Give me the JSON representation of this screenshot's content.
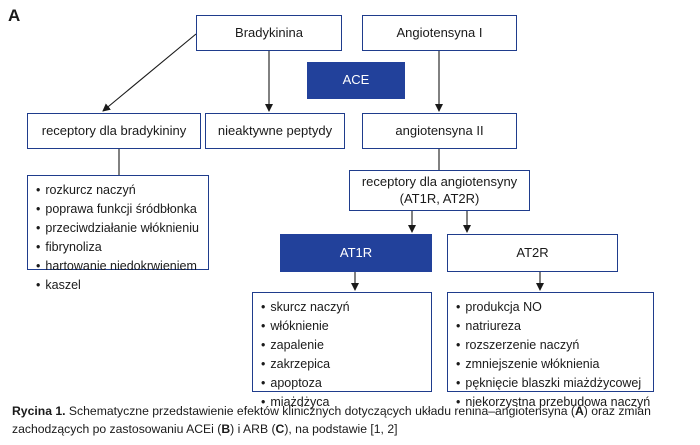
{
  "panel_label": "A",
  "nodes": {
    "bradykinina": "Bradykinina",
    "angiotensyna_i": "Angiotensyna I",
    "ace": "ACE",
    "receptory_bradykininy": "receptory dla bradykininy",
    "nieaktywne_peptydy": "nieaktywne peptydy",
    "angiotensyna_ii": "angiotensyna II",
    "receptory_angiotensyny_line1": "receptory dla angiotensyny",
    "receptory_angiotensyny_line2": "(AT1R, AT2R)",
    "at1r": "AT1R",
    "at2r": "AT2R"
  },
  "lists": {
    "bradykinin_effects": [
      "rozkurcz naczyń",
      "poprawa funkcji śródbłonka",
      "przeciwdziałanie włóknieniu",
      "fibrynoliza",
      "hartowanie niedokrwieniem",
      "kaszel"
    ],
    "at1r_effects": [
      "skurcz naczyń",
      "włóknienie",
      "zapalenie",
      "zakrzepica",
      "apoptoza",
      "miażdżyca"
    ],
    "at2r_effects": [
      "produkcja NO",
      "natriureza",
      "rozszerzenie naczyń",
      "zmniejszenie włóknienia",
      "pęknięcie blaszki miażdżycowej",
      "niekorzystna przebudowa naczyń"
    ]
  },
  "caption": {
    "label": "Rycina 1.",
    "p1": " Schematyczne przedstawienie efektów klinicznych dotyczących układu renina–angiotensyna (",
    "a": "A",
    "p2": ") oraz zmian zachodzących po zastosowaniu ACEi (",
    "b": "B",
    "p3": ") i ARB (",
    "c": "C",
    "p4": "), na podstawie [1, 2]"
  },
  "colors": {
    "accent": "#22419b",
    "border": "#1f3c8c",
    "arrow": "#1a1a1a"
  }
}
